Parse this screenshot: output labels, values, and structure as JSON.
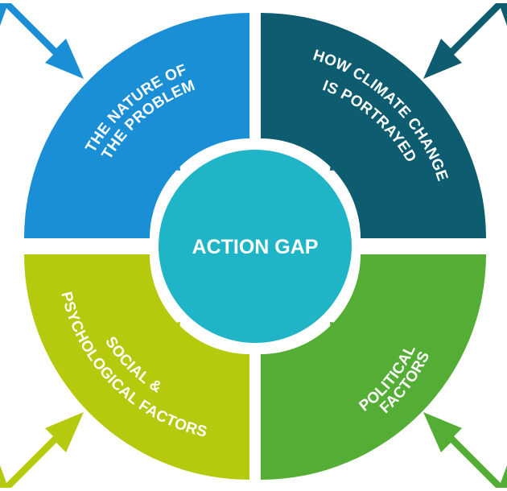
{
  "diagram": {
    "center": {
      "label": "ACTION GAP",
      "color": "#1fb5c6"
    },
    "quadrants": [
      {
        "id": "nature",
        "lines": [
          "THE NATURE OF",
          "THE PROBLEM"
        ],
        "color": "#1a8fd6",
        "arrow_color": "#1a8fd6"
      },
      {
        "id": "portrayal",
        "lines": [
          "HOW CLIMATE CHANGE",
          "IS PORTRAYED"
        ],
        "color": "#0e5c70",
        "arrow_color": "#0e5c70"
      },
      {
        "id": "social",
        "lines": [
          "SOCIAL &",
          "PSYCHOLOGICAL FACTORS"
        ],
        "color": "#b5ca0d",
        "arrow_color": "#b5ca0d"
      },
      {
        "id": "political",
        "lines": [
          "POLITICAL",
          "FACTORS"
        ],
        "color": "#54ad35",
        "arrow_color": "#54ad35"
      }
    ]
  }
}
